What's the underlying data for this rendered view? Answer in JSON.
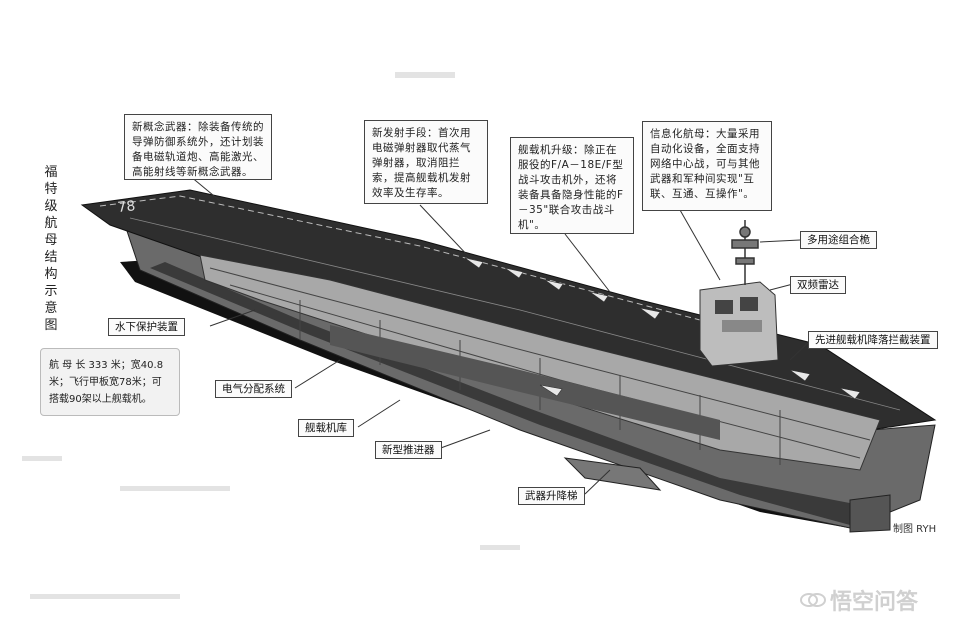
{
  "title": "福特级航母结构示意图",
  "stats": "航 母 长 333 米；宽40.8米；飞行甲板宽78米；可搭载90架以上舰载机。",
  "boxes": {
    "weapons": "新概念武器：除装备传统的导弹防御系统外，还计划装备电磁轨道炮、高能激光、高能射线等新概念武器。",
    "launch": "新发射手段：首次用电磁弹射器取代蒸气弹射器，取消阻拦索，提高舰载机发射效率及生存率。",
    "aircraft": "舰载机升级：除正在服役的F/A－18E/F型战斗攻击机外，还将装备具备隐身性能的F－35\"联合攻击战斗机\"。",
    "info": "信息化航母：大量采用自动化设备，全面支持网络中心战，可与其他武器和军种间实现\"互联、互通、互操作\"。"
  },
  "labels": {
    "mast": "多用途组合桅",
    "radar": "双频雷达",
    "arresting": "先进舰载机降落拦截装置",
    "underwater": "水下保护装置",
    "power": "电气分配系统",
    "hangar": "舰载机库",
    "propulsion": "新型推进器",
    "elevator": "武器升降梯"
  },
  "credit": "制图 RYH",
  "watermark": "悟空问答",
  "colors": {
    "hull": "#5a5a5a",
    "hull_dark": "#222222",
    "deck": "#3a3a3a",
    "interior": "#9a9a9a",
    "box_border": "#444444"
  }
}
